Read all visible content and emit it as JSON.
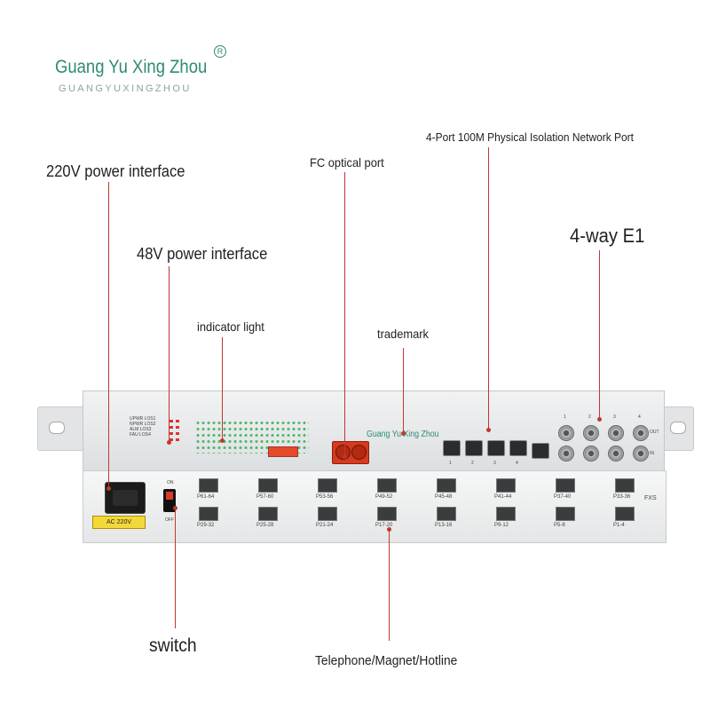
{
  "logo": {
    "name": "Guang Yu Xing Zhou",
    "subtitle": "GUANGYUXINGZHOU",
    "registered": "R"
  },
  "callouts": {
    "power_220v": "220V power interface",
    "power_48v": "48V power interface",
    "indicator_light": "indicator light",
    "fc_optical_port": "FC optical port",
    "trademark": "trademark",
    "network_port": "4-Port 100M Physical Isolation Network Port",
    "e1": "4-way E1",
    "switch": "switch",
    "telephone": "Telephone/Magnet/Hotline"
  },
  "device": {
    "brand": "Guang Yu Xing Zhou",
    "ac_label": "AC 220V",
    "switch_on": "ON",
    "switch_off": "OFF",
    "fxs": "FXS",
    "e1_out": "OUT",
    "e1_in": "IN",
    "e1_numbers": [
      "1",
      "2",
      "3",
      "4"
    ],
    "net_numbers": [
      "1",
      "2",
      "3",
      "4"
    ],
    "phone_ports_top": [
      "P61-64",
      "P57-60",
      "P53-56",
      "P49-52",
      "P45-48",
      "P41-44",
      "P37-40",
      "P33-36"
    ],
    "phone_ports_bottom": [
      "P29-32",
      "P25-28",
      "P21-24",
      "P17-20",
      "P13-16",
      "P9-12",
      "P5-8",
      "P1-4"
    ]
  },
  "colors": {
    "callout_line": "#c0392b",
    "logo": "#2f8a74",
    "chassis": "#e4e6e7",
    "fc_port": "#d63a1f"
  }
}
